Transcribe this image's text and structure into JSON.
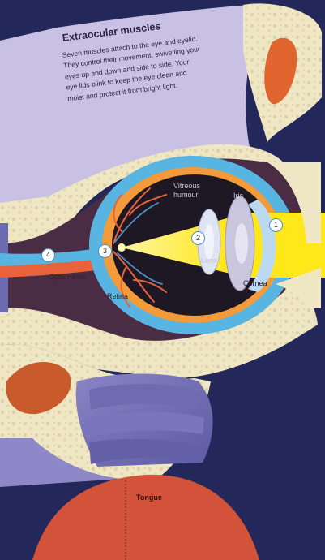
{
  "text_panel": {
    "heading": "Extraocular muscles",
    "paragraph": "Seven muscles attach to the eye and eyelid. They control their movement, swivelling your eyes up and down and side to side. Your eye lids blink to keep the eye clean and moist and protect it from bright light."
  },
  "labels": {
    "vitreous_humour": "Vitreous humour",
    "iris": "Iris",
    "lens": "Lens",
    "cornea": "Cornea",
    "optic_nerve": "Optic nerve",
    "retina": "Retina",
    "tongue": "Tongue"
  },
  "markers": [
    "1",
    "2",
    "3",
    "4"
  ],
  "colors": {
    "background": "#24275a",
    "skin_panel": "#c9c1e4",
    "bone": "#efe6c4",
    "eye_cavity": "#4a2c45",
    "sclera_blue": "#58b4e0",
    "choroid_orange": "#f39a3a",
    "eyeball_interior": "#1e1824",
    "light_beam": "#ffe81a",
    "vessel_red": "#e8623c",
    "tongue": "#d2533a"
  }
}
